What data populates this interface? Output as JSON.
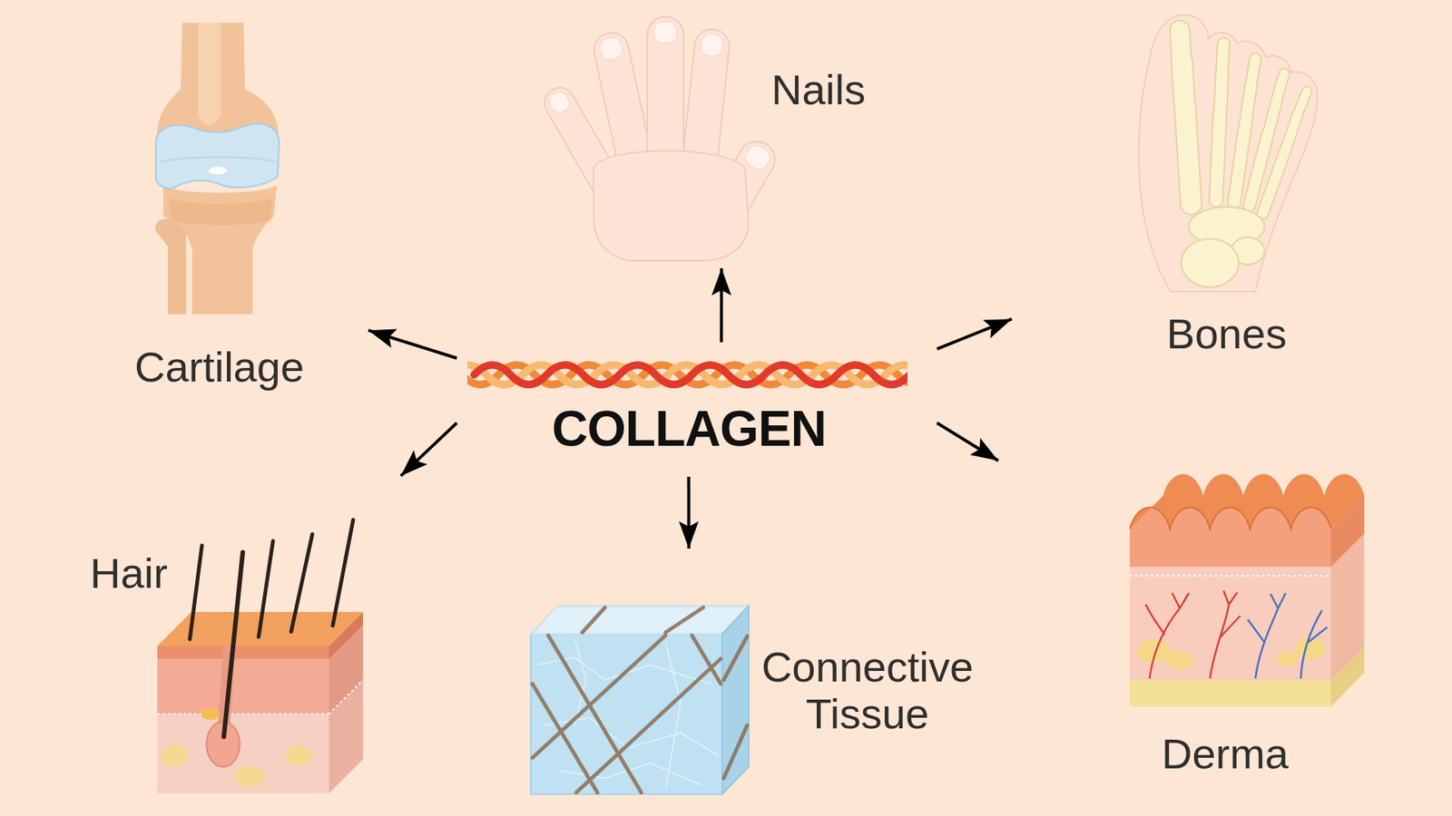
{
  "diagram": {
    "nodes": [
      {
        "text": [
          "Cartilage"
        ]
      },
      {
        "text": [
          "Nails"
        ]
      },
      {
        "text": [
          "Bones"
        ]
      },
      {
        "text": [
          "COLLAGEN"
        ]
      },
      {
        "text": [
          "Hair"
        ]
      },
      {
        "text": [
          "Connective Tissue"
        ]
      },
      {
        "text": [
          "Derma"
        ]
      }
    ],
    "edges": [
      {
        "from": 3,
        "to": 0,
        "arrow": "to"
      },
      {
        "from": 3,
        "to": 1,
        "arrow": "to"
      },
      {
        "from": 3,
        "to": 2,
        "arrow": "to"
      },
      {
        "from": 3,
        "to": 4,
        "arrow": "to"
      },
      {
        "from": 3,
        "to": 5,
        "arrow": "to"
      },
      {
        "from": 3,
        "to": 6,
        "arrow": "to"
      }
    ]
  }
}
